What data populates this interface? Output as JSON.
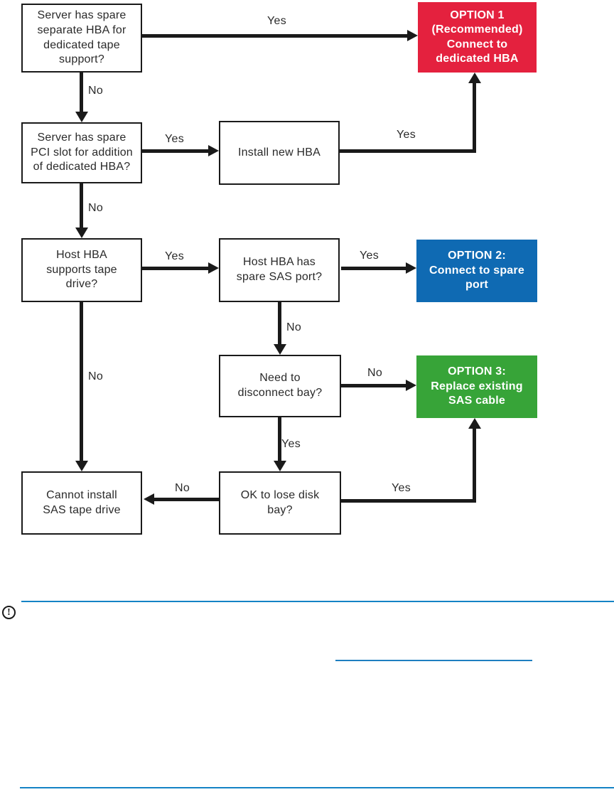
{
  "flowchart": {
    "nodes": {
      "q_spare_hba": "Server has spare\nseparate HBA for\ndedicated tape\nsupport?",
      "q_pci_slot": "Server has spare\nPCI slot for addition\nof dedicated HBA?",
      "q_hba_supports": "Host HBA\nsupports tape\ndrive?",
      "install_hba": "Install new HBA",
      "q_spare_port": "Host HBA has\nspare SAS port?",
      "q_disconnect_bay": "Need to\ndisconnect bay?",
      "q_lose_bay": "OK to lose disk\nbay?",
      "cannot_install": "Cannot install\nSAS tape drive",
      "option1": "OPTION 1\n(Recommended)\nConnect to\ndedicated HBA",
      "option2": "OPTION 2:\nConnect to spare\nport",
      "option3": "OPTION 3:\nReplace existing\nSAS cable"
    },
    "labels": {
      "yes": "Yes",
      "no": "No"
    },
    "colors": {
      "option1": "#e4213e",
      "option2": "#0f6ab3",
      "option3": "#37a438",
      "line": "#1a1a1a"
    }
  },
  "notice": {
    "important_mark": "!"
  },
  "page": {
    "rule_color": "#1583c5"
  }
}
